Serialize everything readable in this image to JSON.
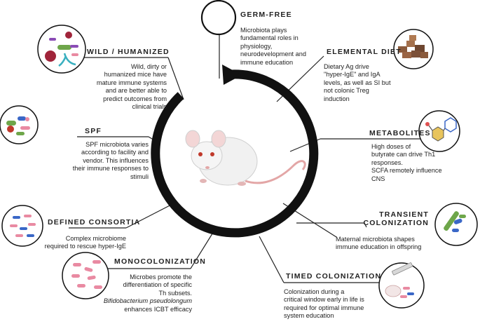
{
  "nodes": {
    "germ_free": {
      "title": "GERM-FREE",
      "lines": [
        "Microbiota plays",
        "fundamental roles  in",
        "physiology,",
        "neurodevelopment and",
        "immune education"
      ]
    },
    "elemental_diet": {
      "title": "ELEMENTAL DIET",
      "lines": [
        "Dietary Ag drive",
        "\"hyper-IgE\" and IgA",
        "levels, as well as SI but",
        "not colonic Treg",
        "induction"
      ]
    },
    "metabolites": {
      "title": "METABOLITES",
      "lines": [
        "High doses of",
        "butyrate can drive Th1",
        "responses.",
        "SCFA remotely influence",
        "CNS"
      ]
    },
    "transient": {
      "title_lines": [
        "TRANSIENT",
        "COLONIZATION"
      ],
      "lines": [
        "Maternal microbiota shapes",
        "immune education in offspring"
      ]
    },
    "timed": {
      "title": "TIMED COLONIZATION",
      "lines": [
        "Colonization during a",
        "critical window  early in life is",
        "required for optimal immune",
        "system education"
      ]
    },
    "mono": {
      "title": "MONOCOLONIZATION",
      "lines": [
        "Microbes promote the",
        "differentiation of specific",
        "Th subsets."
      ],
      "italic_line": "Bifidobacterium pseudolongum",
      "last_line": "enhances ICBT efficacy"
    },
    "defined": {
      "title": "DEFINED CONSORTIA",
      "lines": [
        "Complex microbiome",
        "required to rescue hyper-IgE"
      ]
    },
    "spf": {
      "title": "SPF",
      "lines": [
        "SPF microbiota varies",
        "according to facility and",
        "vendor. This influences",
        "their immune responses to",
        "stimuli"
      ]
    },
    "wild": {
      "title": "WILD / HUMANIZED",
      "lines": [
        "Wild, dirty or",
        "humanized mice  have",
        "mature immune systems",
        "and are better able to",
        "predict outcomes from",
        "clinical trials"
      ]
    }
  },
  "icons": [
    "empty-circle-icon",
    "food-pellets-icon",
    "molecule-icon",
    "bacteria-vial-icon",
    "syringe-mouse-icon",
    "monocolonization-bacteria-icon",
    "defined-consortia-bacteria-icon",
    "spf-bacteria-icon",
    "wild-microbes-icon",
    "mouse-illustration"
  ],
  "colors": {
    "arrow": "#111111",
    "bacteria_pink": "#e98aa2",
    "bacteria_blue": "#3a67c7",
    "bacteria_green": "#6ea64a",
    "pellet_brown": "#8a5a3c"
  }
}
